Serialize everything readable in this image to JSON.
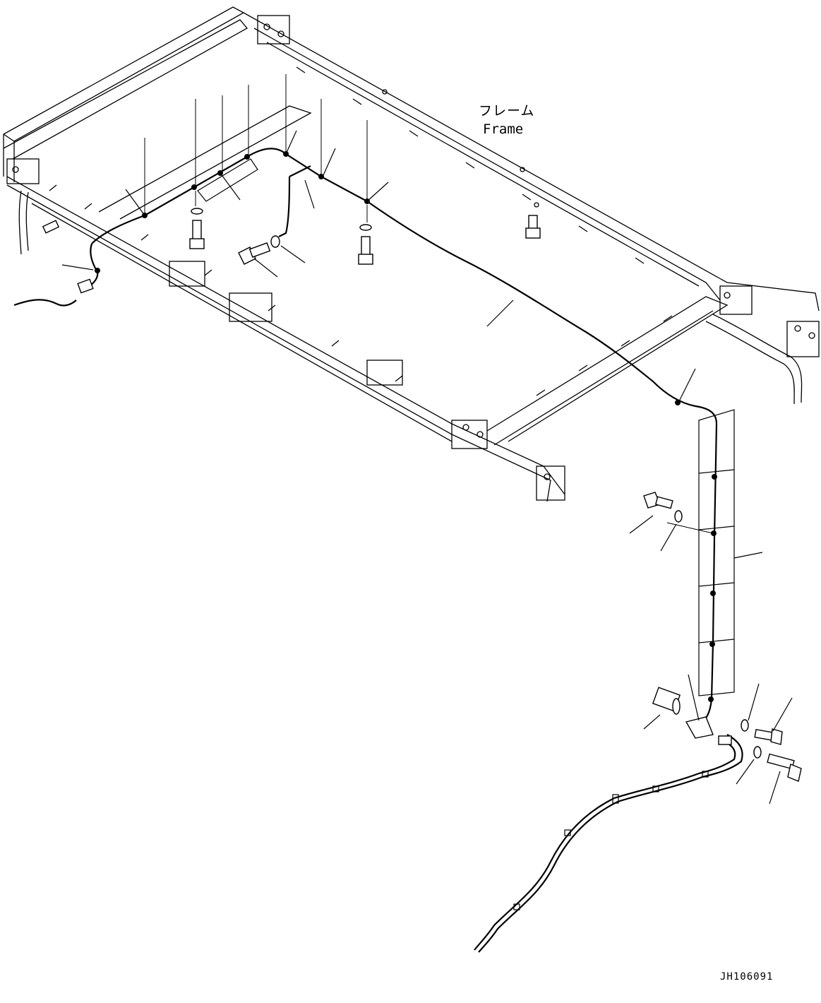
{
  "diagram": {
    "frame_label_jp": "フレーム",
    "frame_label_en": "Frame",
    "figure_code": "JH106091"
  },
  "colors": {
    "line": "#000000",
    "background": "#ffffff"
  }
}
